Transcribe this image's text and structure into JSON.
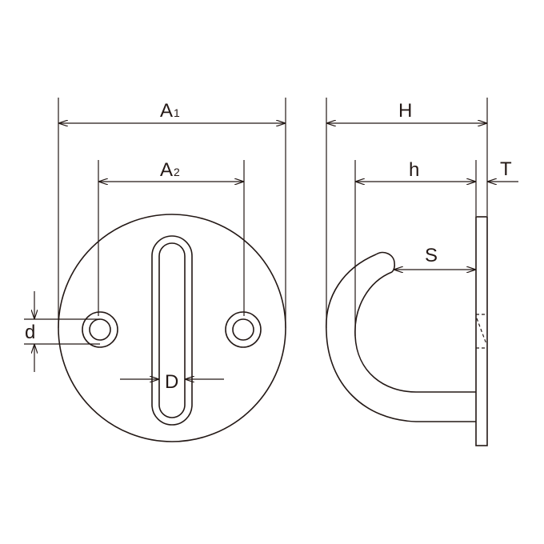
{
  "labels": {
    "a1": {
      "main": "A",
      "sub": "1"
    },
    "a2": {
      "main": "A",
      "sub": "2"
    },
    "d_small": "d",
    "d_large": "D",
    "h_total": "H",
    "h_inner": "h",
    "thickness": "T",
    "gap": "S"
  },
  "colors": {
    "line": "#231815",
    "background": "#ffffff"
  }
}
